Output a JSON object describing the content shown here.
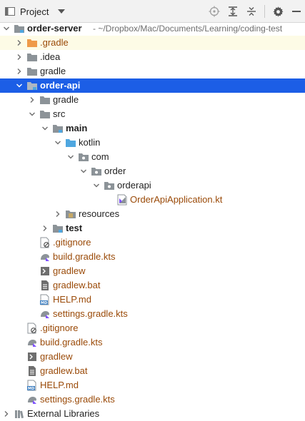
{
  "toolbar": {
    "title": "Project",
    "icons": [
      "project-view-icon",
      "dropdown-icon",
      "locate-icon",
      "expand-all-icon",
      "collapse-all-icon",
      "gear-icon",
      "hide-icon"
    ]
  },
  "tree": {
    "root": {
      "label": "order-server",
      "path": "- ~/Dropbox/Mac/Documents/Learning/coding-test"
    },
    "rows": [
      {
        "label": ".gradle"
      },
      {
        "label": ".idea"
      },
      {
        "label": "gradle"
      },
      {
        "label": "order-api"
      },
      {
        "label": "gradle"
      },
      {
        "label": "src"
      },
      {
        "label": "main"
      },
      {
        "label": "kotlin"
      },
      {
        "label": "com"
      },
      {
        "label": "order"
      },
      {
        "label": "orderapi"
      },
      {
        "label": "OrderApiApplication.kt"
      },
      {
        "label": "resources"
      },
      {
        "label": "test"
      },
      {
        "label": ".gitignore"
      },
      {
        "label": "build.gradle.kts"
      },
      {
        "label": "gradlew"
      },
      {
        "label": "gradlew.bat"
      },
      {
        "label": "HELP.md"
      },
      {
        "label": "settings.gradle.kts"
      },
      {
        "label": ".gitignore"
      },
      {
        "label": "build.gradle.kts"
      },
      {
        "label": "gradlew"
      },
      {
        "label": "gradlew.bat"
      },
      {
        "label": "HELP.md"
      },
      {
        "label": "settings.gradle.kts"
      },
      {
        "label": "External Libraries"
      }
    ]
  },
  "colors": {
    "selection_blue": "#1c5ee6",
    "highlight_yellow": "#fdfbe6",
    "vcs_unversioned": "#9a4a08",
    "folder_grey": "#8c9398",
    "folder_orange": "#ef9a49",
    "source_blue": "#4fa7e0"
  }
}
